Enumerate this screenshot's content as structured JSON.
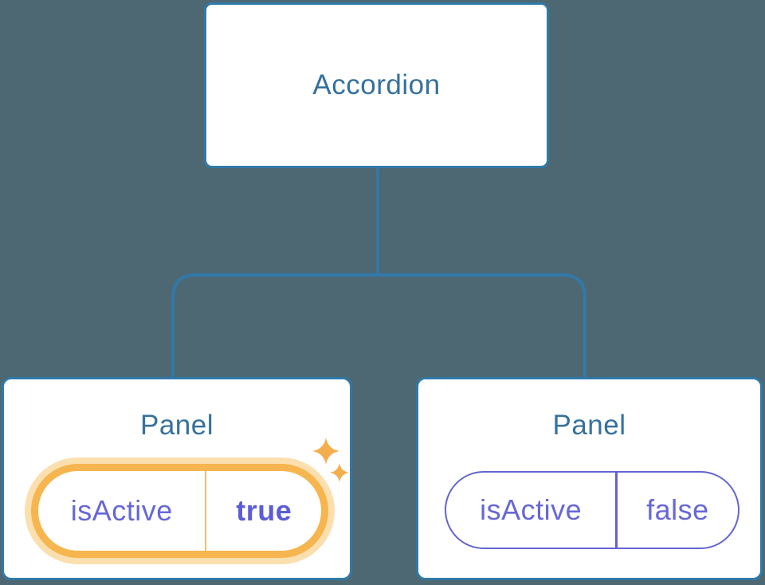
{
  "diagram": {
    "root": {
      "label": "Accordion"
    },
    "panels": [
      {
        "title": "Panel",
        "prop": {
          "name": "isActive",
          "value": "true"
        },
        "highlighted": true
      },
      {
        "title": "Panel",
        "prop": {
          "name": "isActive",
          "value": "false"
        },
        "highlighted": false
      }
    ]
  },
  "icons": {
    "sparkles": "sparkles-icon"
  },
  "colors": {
    "background": "#4d6873",
    "node_fill": "#ffffff",
    "node_border_blue": "#3179a9",
    "node_text_blue": "#35719e",
    "state_text_purple": "#6767d6",
    "state_value_bold_purple": "#5c5cd6",
    "pill_border_purple": "#6464d0",
    "highlight_orange": "#f6b54f",
    "highlight_orange_glow": "#fbdfae",
    "sparkle_orange": "#f5ae4d"
  }
}
